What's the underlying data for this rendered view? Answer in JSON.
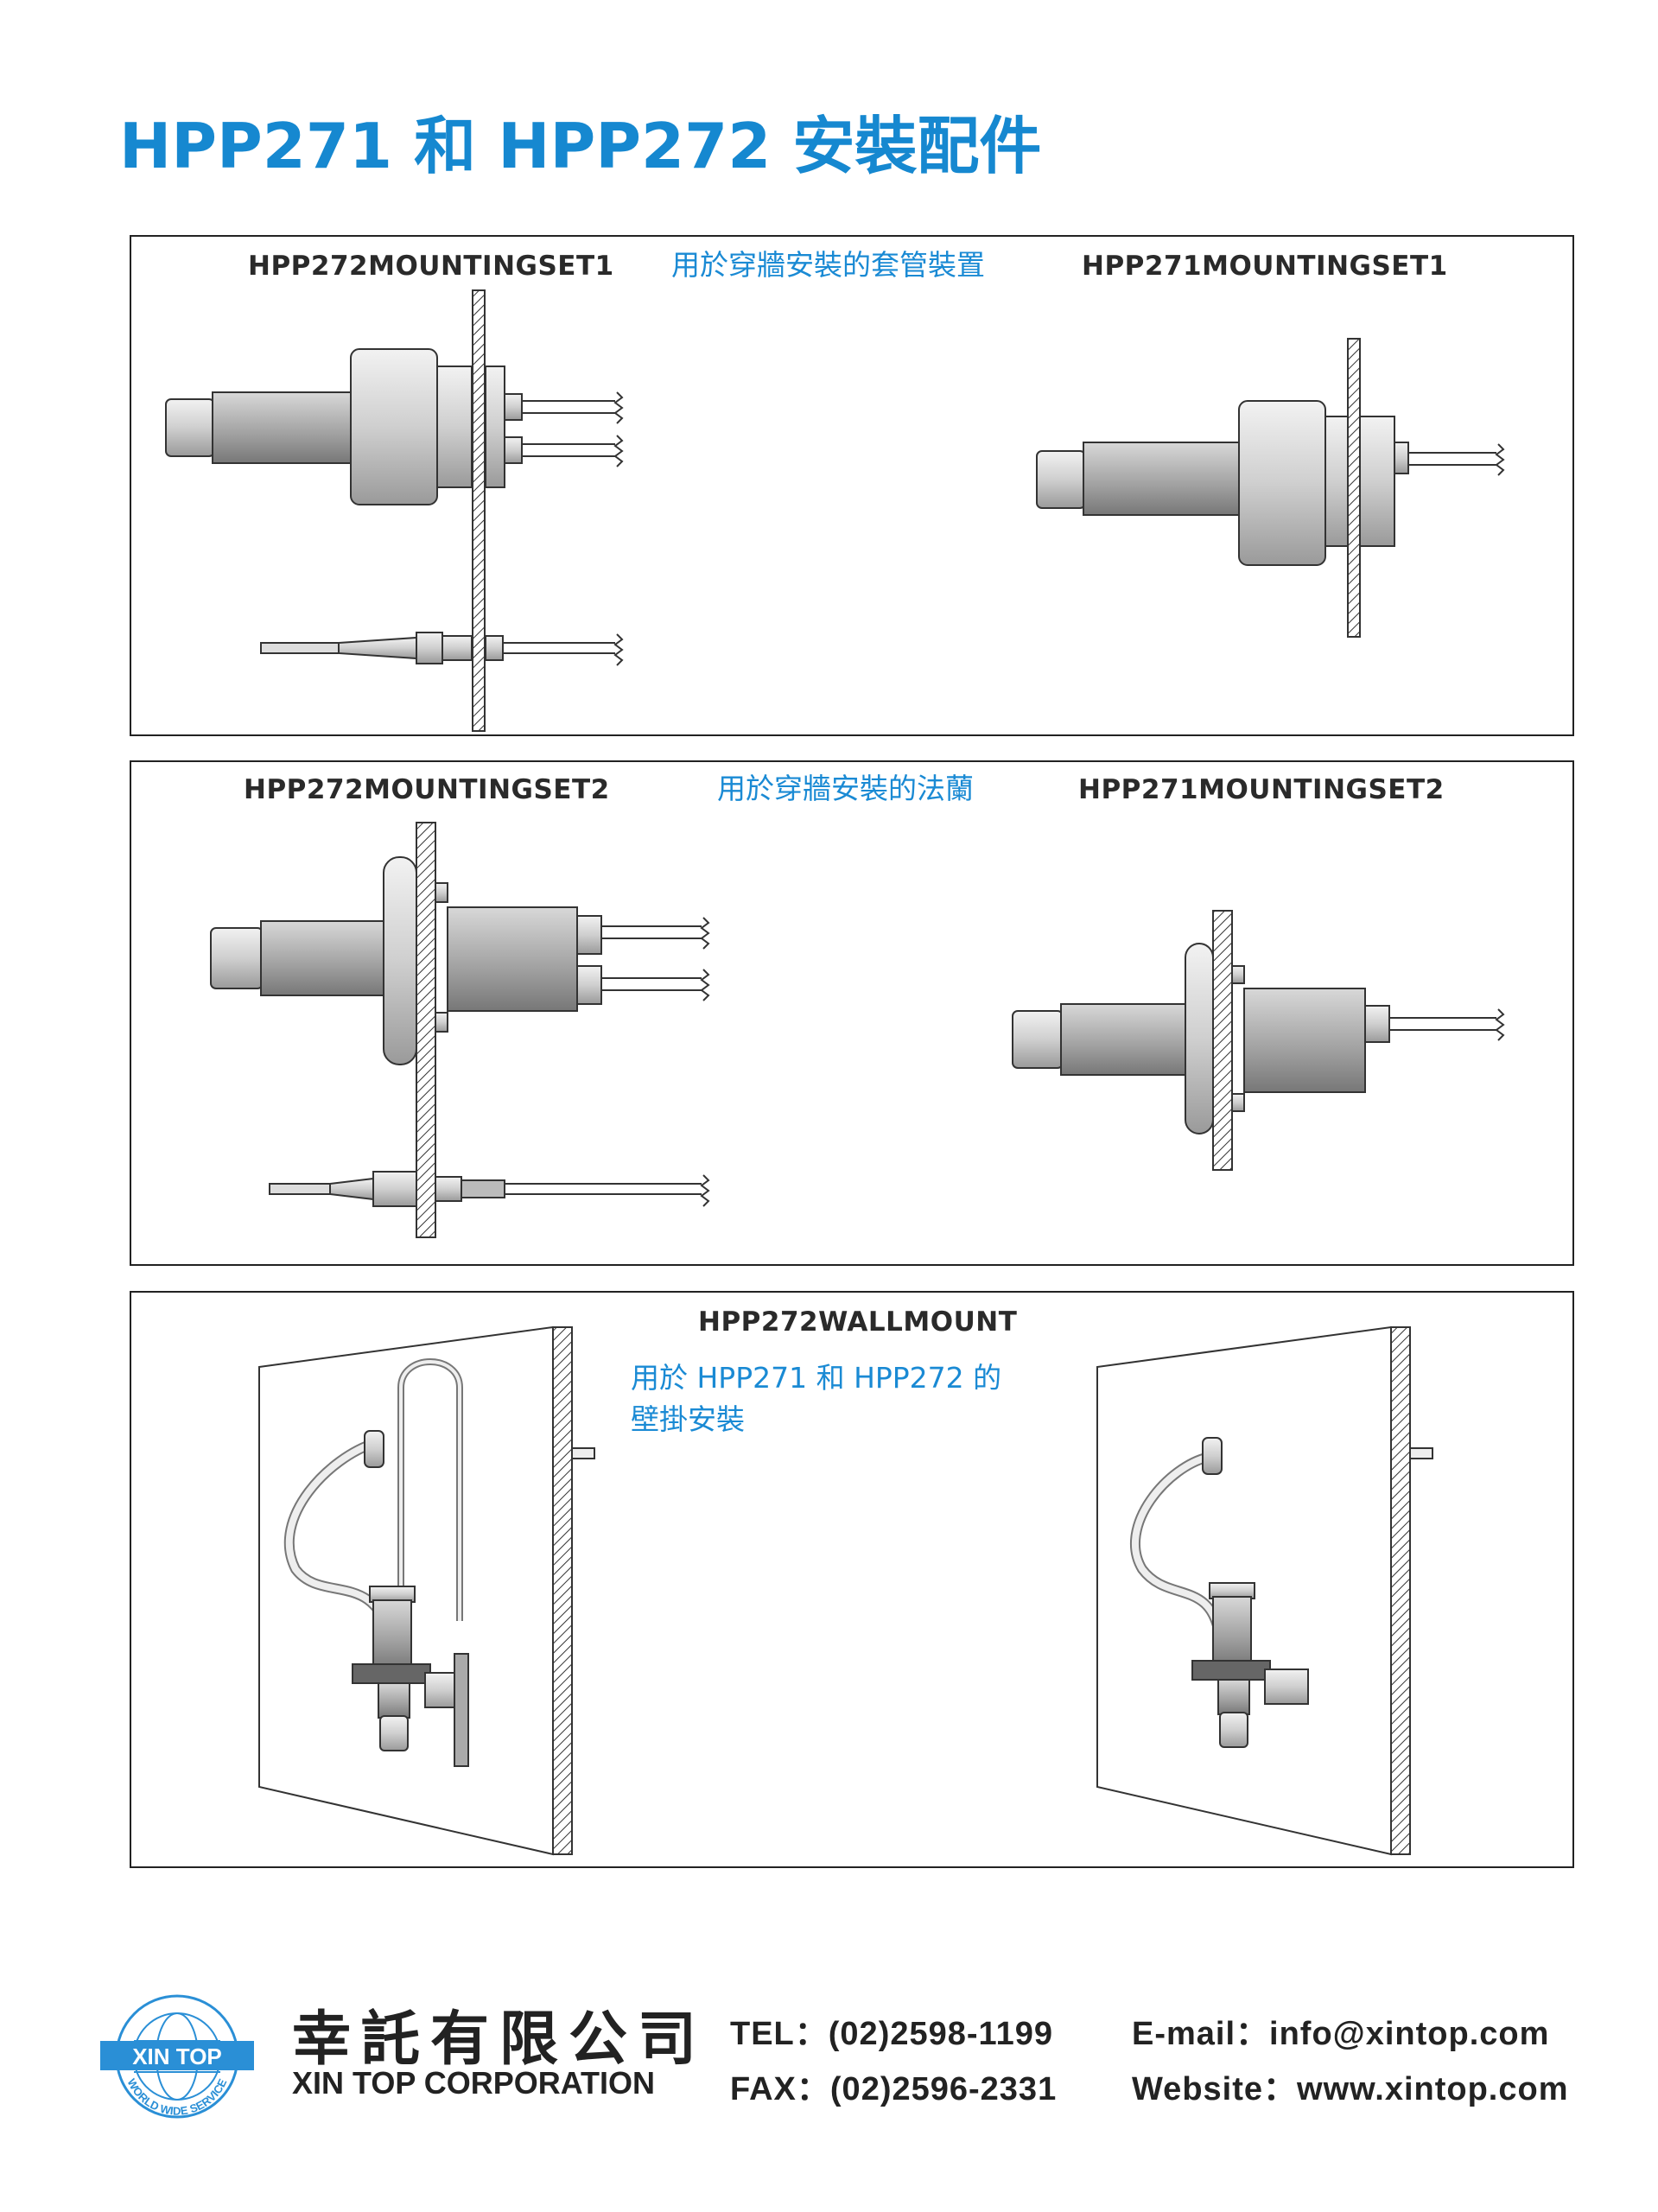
{
  "page": {
    "title": "HPP271 和 HPP272 安裝配件"
  },
  "panel1": {
    "label_left": "HPP272MOUNTINGSET1",
    "caption": "用於穿牆安裝的套管裝置",
    "label_right": "HPP271MOUNTINGSET1"
  },
  "panel2": {
    "label_left": "HPP272MOUNTINGSET2",
    "caption": "用於穿牆安裝的法蘭",
    "label_right": "HPP271MOUNTINGSET2"
  },
  "panel3": {
    "label": "HPP272WALLMOUNT",
    "caption_line1": "用於 HPP271 和 HPP272 的",
    "caption_line2": "壁掛安裝"
  },
  "footer": {
    "logo_text": "XIN TOP",
    "logo_ring_text": "WORLD WIDE SERVICE",
    "company_cn": "幸託有限公司",
    "company_en": "XIN TOP CORPORATION",
    "tel": "TEL：(02)2598-1199",
    "fax": "FAX：(02)2596-2331",
    "email": "E-mail：info@xintop.com",
    "website": "Website：www.xintop.com"
  },
  "colors": {
    "title_blue": "#1688d0",
    "caption_blue": "#1a8ad4",
    "logo_blue": "#2a8fd6"
  }
}
